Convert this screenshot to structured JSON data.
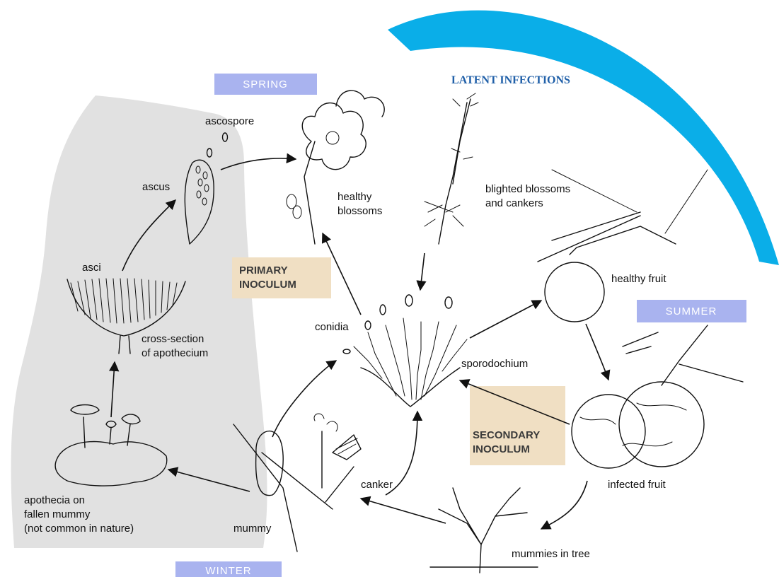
{
  "colors": {
    "season_box": "#a9b3ef",
    "inoculum_box": "#f0dfc3",
    "latent_arc": "#0aaee8",
    "winter_panel": "#e1e1e1",
    "latent_text": "#1f5fa8"
  },
  "seasons": {
    "spring": "SPRING",
    "summer": "SUMMER",
    "winter": "WINTER"
  },
  "banner": {
    "latent": "LATENT INFECTIONS"
  },
  "inoculum": {
    "primary": [
      "PRIMARY",
      "INOCULUM"
    ],
    "secondary": [
      "SECONDARY",
      "INOCULUM"
    ]
  },
  "labels": {
    "ascospore": "ascospore",
    "ascus": "ascus",
    "asci": "asci",
    "cross_section": [
      "cross-section",
      "of apothecium"
    ],
    "apothecia": [
      "apothecia on",
      "fallen mummy",
      "(not common in nature)"
    ],
    "healthy_blossoms": [
      "healthy",
      "blossoms"
    ],
    "blighted": [
      "blighted blossoms",
      "and cankers"
    ],
    "conidia": "conidia",
    "sporodochium": "sporodochium",
    "healthy_fruit": "healthy fruit",
    "infected_fruit": "infected fruit",
    "mummies_in_tree": "mummies in tree",
    "canker": "canker",
    "mummy": "mummy"
  }
}
